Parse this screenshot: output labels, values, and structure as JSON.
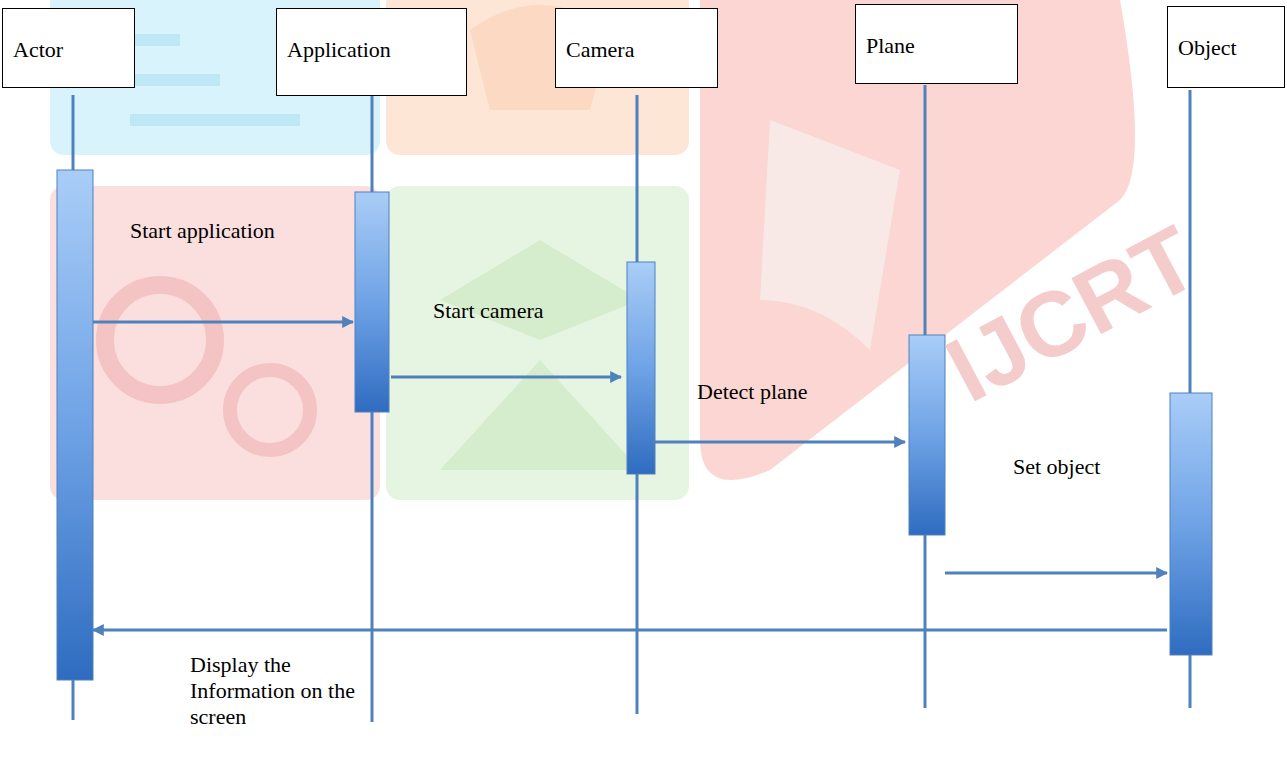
{
  "diagram": {
    "nodes": [
      {
        "text": [
          "Actor"
        ]
      },
      {
        "text": [
          "Application"
        ]
      },
      {
        "text": [
          "Camera"
        ]
      },
      {
        "text": [
          "Plane"
        ]
      },
      {
        "text": [
          "Object"
        ]
      }
    ],
    "edges": [
      {
        "from": 0,
        "to": 1,
        "arrow": "to",
        "label": "Start application"
      },
      {
        "from": 1,
        "to": 2,
        "arrow": "to",
        "label": "Start camera"
      },
      {
        "from": 2,
        "to": 3,
        "arrow": "to",
        "label": "Detect plane"
      },
      {
        "from": 3,
        "to": 4,
        "arrow": "to",
        "label": "Set object"
      },
      {
        "from": 4,
        "to": 0,
        "arrow": "to",
        "label": "Display the Information on the screen"
      }
    ],
    "labels": [
      "IJCRT"
    ]
  }
}
